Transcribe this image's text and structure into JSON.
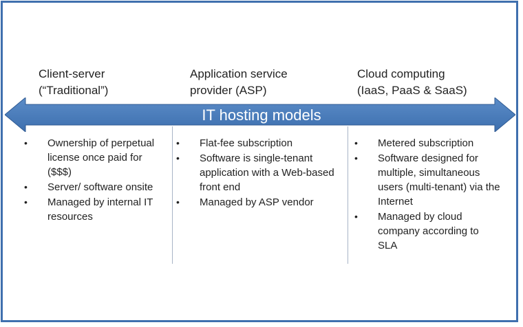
{
  "headers": {
    "client_server": [
      "Client-server",
      "(“Traditional”)"
    ],
    "asp": [
      "Application service",
      "provider (ASP)"
    ],
    "cloud": [
      "Cloud computing",
      "(IaaS, PaaS & SaaS)"
    ]
  },
  "arrow": {
    "label": "IT hosting models",
    "color": "#4a7ebb"
  },
  "columns": {
    "client_server": [
      "Ownership of perpetual license once paid for ($$$)",
      "Server/ software onsite",
      "Managed by internal IT resources"
    ],
    "asp": [
      "Flat-fee subscription",
      "Software is single-tenant application with a Web-based front end",
      "Managed by ASP vendor"
    ],
    "cloud": [
      "Metered subscription",
      "Software designed for multiple, simultaneous users (multi-tenant) via the Internet",
      "Managed by cloud company according to SLA"
    ]
  }
}
